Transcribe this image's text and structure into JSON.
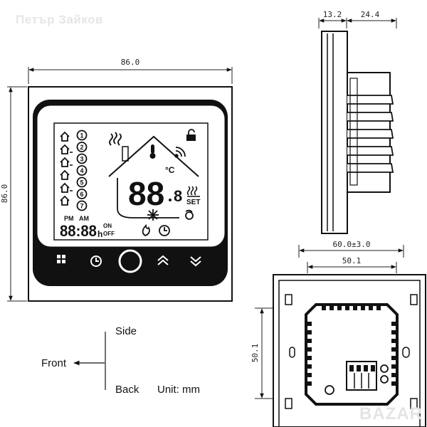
{
  "watermark": "Петър Зайков",
  "brand_mark": "BAZAR",
  "dimensions": {
    "front_width": "86.0",
    "front_height": "86.0",
    "side_front": "13.2",
    "side_depth": "24.4",
    "back_outer": "60.0±3.0",
    "back_inner": "50.1",
    "back_height": "50.1"
  },
  "legend": {
    "side": "Side",
    "front": "Front",
    "back": "Back",
    "unit": "Unit: mm"
  },
  "display": {
    "clock_pm": "PM",
    "clock_am": "AM",
    "clock_digits": "88:88",
    "clock_suffix": "h",
    "on_label": "ON",
    "off_label": "OFF",
    "temp_digits": "88",
    "temp_small": "8",
    "temp_unit": "°C",
    "set_label": "SET",
    "program_numbers": [
      "1",
      "2",
      "3",
      "4",
      "5",
      "6",
      "7"
    ]
  },
  "buttons": [
    "menu-button",
    "clock-button",
    "power-button",
    "up-button",
    "down-button"
  ]
}
